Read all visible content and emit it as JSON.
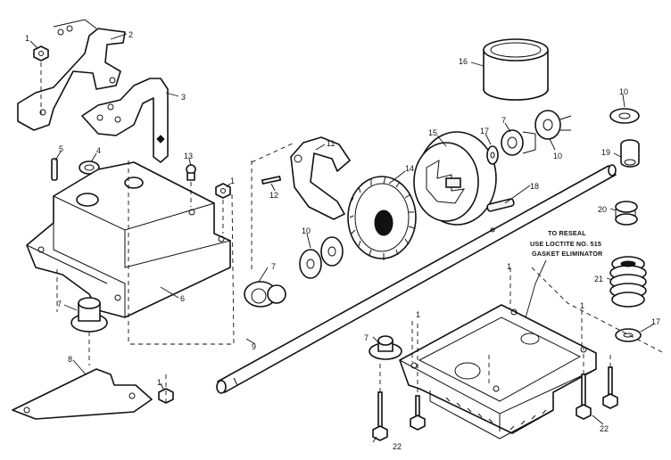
{
  "note": {
    "line1": "TO RESEAL",
    "line2": "USE LOCTITE NO. 515",
    "line3": "GASKET ELIMINATOR"
  },
  "parts": {
    "p1a": "1",
    "p2": "2",
    "p3": "3",
    "p4": "4",
    "p5": "5",
    "p6": "6",
    "p7a": "7",
    "p8": "8",
    "p9": "9",
    "p10a": "10",
    "p11": "11",
    "p12": "12",
    "p13": "13",
    "p14": "14",
    "p15": "15",
    "p16": "16",
    "p17a": "17",
    "p7b": "7",
    "p10b": "10",
    "p18": "18",
    "p10c": "10",
    "p19": "19",
    "p20": "20",
    "p21": "21",
    "p17b": "17",
    "p1b": "1",
    "p7c": "7",
    "p1c": "1",
    "p1d": "1",
    "p7d": "7",
    "p1e": "1",
    "p1f": "1",
    "p22a": "22",
    "p22b": "22"
  }
}
